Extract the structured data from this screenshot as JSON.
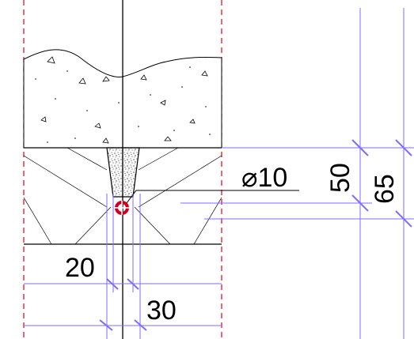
{
  "drawing": {
    "diameter_label": "⌀10",
    "dim_50": "50",
    "dim_65": "65",
    "dim_20": "20",
    "dim_30": "30"
  },
  "colors": {
    "dimension_lines": "#7f6cff",
    "center_lines": "#e0001b",
    "outline": "#000000",
    "rebar": "#d1001a"
  }
}
